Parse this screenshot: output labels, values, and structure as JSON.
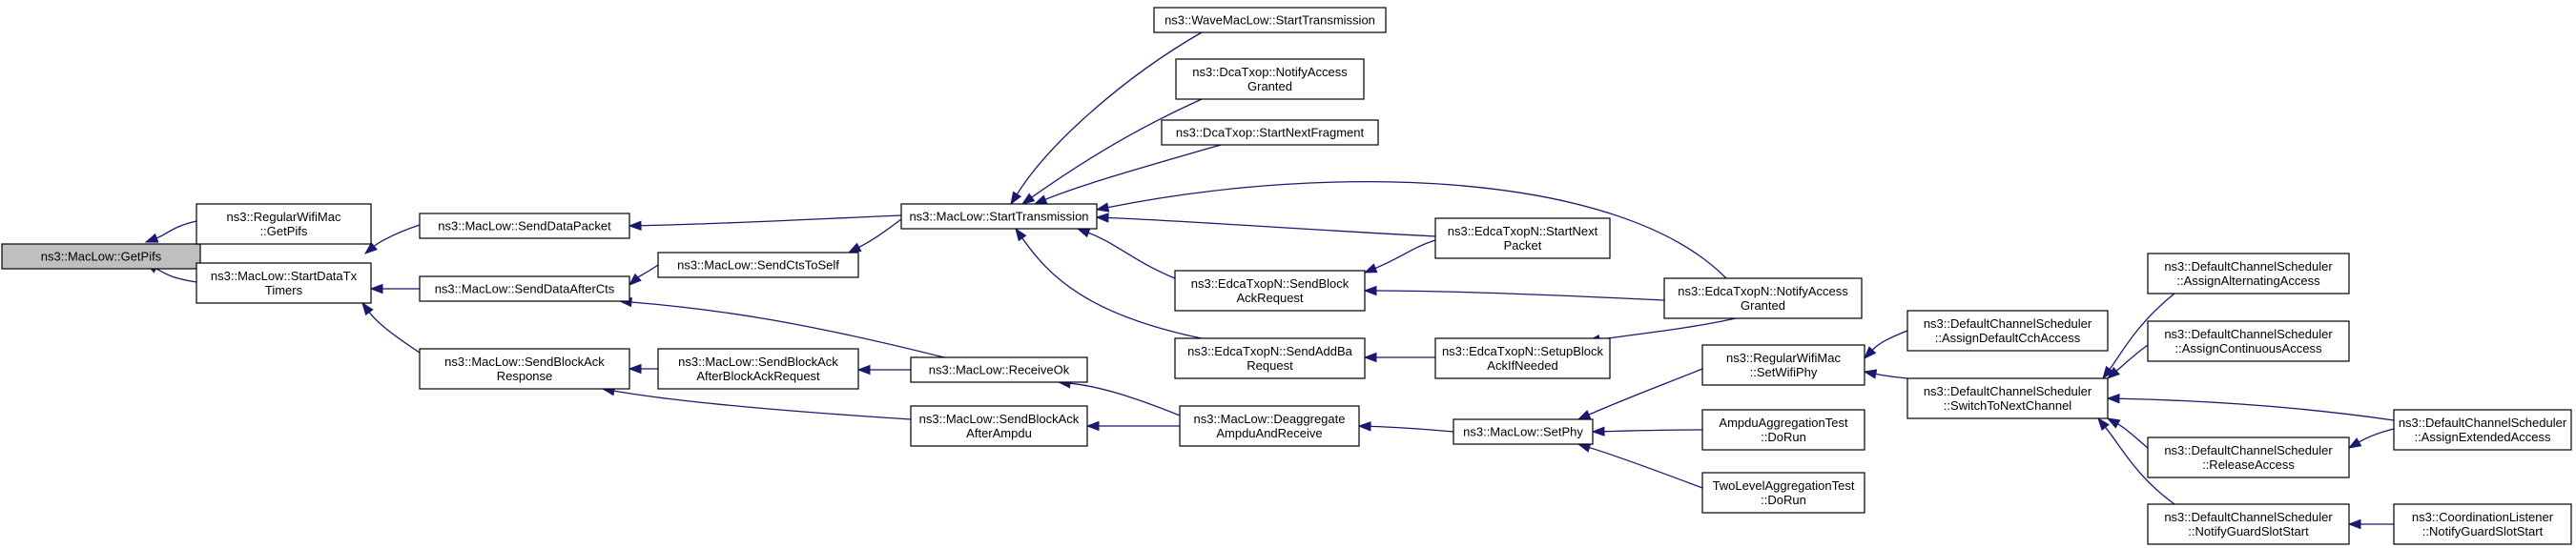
{
  "colors": {
    "edge": "#191970",
    "root_fill": "#bfbfbf",
    "node_fill": "#ffffff",
    "border": "#000000"
  },
  "nodes": [
    {
      "id": "getpifs",
      "lines": [
        "ns3::MacLow::GetPifs"
      ],
      "root": true
    },
    {
      "id": "regularwifimac_getpifs",
      "lines": [
        "ns3::RegularWifiMac",
        "::GetPifs"
      ]
    },
    {
      "id": "startdatatx",
      "lines": [
        "ns3::MacLow::StartDataTx",
        "Timers"
      ]
    },
    {
      "id": "senddatapacket",
      "lines": [
        "ns3::MacLow::SendDataPacket"
      ]
    },
    {
      "id": "senddataaftercts",
      "lines": [
        "ns3::MacLow::SendDataAfterCts"
      ]
    },
    {
      "id": "sendblockackresponse",
      "lines": [
        "ns3::MacLow::SendBlockAck",
        "Response"
      ]
    },
    {
      "id": "sendctstoself",
      "lines": [
        "ns3::MacLow::SendCtsToSelf"
      ]
    },
    {
      "id": "sendblockackafterreq",
      "lines": [
        "ns3::MacLow::SendBlockAck",
        "AfterBlockAckRequest"
      ]
    },
    {
      "id": "receiveok",
      "lines": [
        "ns3::MacLow::ReceiveOk"
      ]
    },
    {
      "id": "sendblockackafterampdu",
      "lines": [
        "ns3::MacLow::SendBlockAck",
        "AfterAmpdu"
      ]
    },
    {
      "id": "starttransmission",
      "lines": [
        "ns3::MacLow::StartTransmission"
      ]
    },
    {
      "id": "wavemaclow",
      "lines": [
        "ns3::WaveMacLow::StartTransmission"
      ]
    },
    {
      "id": "dcatxop_notify",
      "lines": [
        "ns3::DcaTxop::NotifyAccess",
        "Granted"
      ]
    },
    {
      "id": "dcatxop_nextfrag",
      "lines": [
        "ns3::DcaTxop::StartNextFragment"
      ]
    },
    {
      "id": "edca_sendblockackreq",
      "lines": [
        "ns3::EdcaTxopN::SendBlock",
        "AckRequest"
      ]
    },
    {
      "id": "edca_sendaddba",
      "lines": [
        "ns3::EdcaTxopN::SendAddBa",
        "Request"
      ]
    },
    {
      "id": "deaggregate",
      "lines": [
        "ns3::MacLow::Deaggregate",
        "AmpduAndReceive"
      ]
    },
    {
      "id": "edca_startnextpacket",
      "lines": [
        "ns3::EdcaTxopN::StartNext",
        "Packet"
      ]
    },
    {
      "id": "edca_setupblockack",
      "lines": [
        "ns3::EdcaTxopN::SetupBlock",
        "AckIfNeeded"
      ]
    },
    {
      "id": "setphy",
      "lines": [
        "ns3::MacLow::SetPhy"
      ]
    },
    {
      "id": "edca_notifyaccess",
      "lines": [
        "ns3::EdcaTxopN::NotifyAccess",
        "Granted"
      ]
    },
    {
      "id": "regularwifimac_setwifiphy",
      "lines": [
        "ns3::RegularWifiMac",
        "::SetWifiPhy"
      ]
    },
    {
      "id": "ampdu_dorun",
      "lines": [
        "AmpduAggregationTest",
        "::DoRun"
      ]
    },
    {
      "id": "twolevel_dorun",
      "lines": [
        "TwoLevelAggregationTest",
        "::DoRun"
      ]
    },
    {
      "id": "dcs_assigndefaultcch",
      "lines": [
        "ns3::DefaultChannelScheduler",
        "::AssignDefaultCchAccess"
      ]
    },
    {
      "id": "dcs_switchtonext",
      "lines": [
        "ns3::DefaultChannelScheduler",
        "::SwitchToNextChannel"
      ]
    },
    {
      "id": "dcs_assignalternating",
      "lines": [
        "ns3::DefaultChannelScheduler",
        "::AssignAlternatingAccess"
      ]
    },
    {
      "id": "dcs_assigncontinuous",
      "lines": [
        "ns3::DefaultChannelScheduler",
        "::AssignContinuousAccess"
      ]
    },
    {
      "id": "dcs_releaseaccess",
      "lines": [
        "ns3::DefaultChannelScheduler",
        "::ReleaseAccess"
      ]
    },
    {
      "id": "dcs_notifyguard",
      "lines": [
        "ns3::DefaultChannelScheduler",
        "::NotifyGuardSlotStart"
      ]
    },
    {
      "id": "dcs_assignextended",
      "lines": [
        "ns3::DefaultChannelScheduler",
        "::AssignExtendedAccess"
      ]
    },
    {
      "id": "coord_notifyguard",
      "lines": [
        "ns3::CoordinationListener",
        "::NotifyGuardSlotStart"
      ]
    }
  ],
  "edges": [
    {
      "from": "regularwifimac_getpifs",
      "to": "getpifs"
    },
    {
      "from": "startdatatx",
      "to": "getpifs"
    },
    {
      "from": "senddatapacket",
      "to": "startdatatx"
    },
    {
      "from": "senddataaftercts",
      "to": "startdatatx"
    },
    {
      "from": "sendblockackresponse",
      "to": "startdatatx"
    },
    {
      "from": "starttransmission",
      "to": "senddatapacket"
    },
    {
      "from": "sendctstoself",
      "to": "senddataaftercts"
    },
    {
      "from": "receiveok",
      "to": "senddataaftercts"
    },
    {
      "from": "sendblockackafterreq",
      "to": "sendblockackresponse"
    },
    {
      "from": "sendblockackafterampdu",
      "to": "sendblockackresponse"
    },
    {
      "from": "starttransmission",
      "to": "sendctstoself"
    },
    {
      "from": "receiveok",
      "to": "sendblockackafterreq"
    },
    {
      "from": "deaggregate",
      "to": "receiveok"
    },
    {
      "from": "deaggregate",
      "to": "sendblockackafterampdu"
    },
    {
      "from": "wavemaclow",
      "to": "starttransmission"
    },
    {
      "from": "dcatxop_notify",
      "to": "starttransmission"
    },
    {
      "from": "dcatxop_nextfrag",
      "to": "starttransmission"
    },
    {
      "from": "edca_notifyaccess",
      "to": "starttransmission"
    },
    {
      "from": "edca_startnextpacket",
      "to": "starttransmission"
    },
    {
      "from": "edca_sendblockackreq",
      "to": "starttransmission"
    },
    {
      "from": "edca_sendaddba",
      "to": "starttransmission"
    },
    {
      "from": "edca_startnextpacket",
      "to": "edca_sendblockackreq"
    },
    {
      "from": "edca_notifyaccess",
      "to": "edca_sendblockackreq"
    },
    {
      "from": "edca_setupblockack",
      "to": "edca_sendaddba"
    },
    {
      "from": "edca_notifyaccess",
      "to": "edca_setupblockack"
    },
    {
      "from": "setphy",
      "to": "deaggregate"
    },
    {
      "from": "regularwifimac_setwifiphy",
      "to": "setphy"
    },
    {
      "from": "ampdu_dorun",
      "to": "setphy"
    },
    {
      "from": "twolevel_dorun",
      "to": "setphy"
    },
    {
      "from": "dcs_assigndefaultcch",
      "to": "regularwifimac_setwifiphy"
    },
    {
      "from": "dcs_switchtonext",
      "to": "regularwifimac_setwifiphy"
    },
    {
      "from": "dcs_assignalternating",
      "to": "dcs_switchtonext"
    },
    {
      "from": "dcs_assigncontinuous",
      "to": "dcs_switchtonext"
    },
    {
      "from": "dcs_assignextended",
      "to": "dcs_switchtonext"
    },
    {
      "from": "dcs_releaseaccess",
      "to": "dcs_switchtonext"
    },
    {
      "from": "dcs_notifyguard",
      "to": "dcs_switchtonext"
    },
    {
      "from": "dcs_assignextended",
      "to": "dcs_releaseaccess"
    },
    {
      "from": "coord_notifyguard",
      "to": "dcs_notifyguard"
    }
  ]
}
